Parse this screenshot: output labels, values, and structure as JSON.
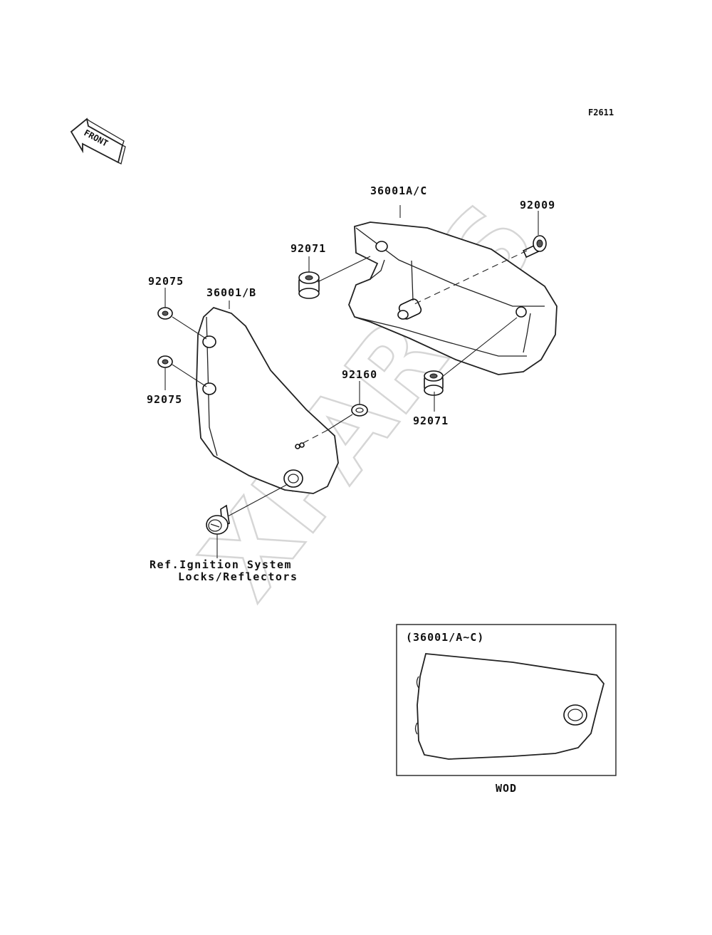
{
  "figure_code": "F2611",
  "front_arrow": {
    "text": "FRONT",
    "icon": "front-direction-arrow-icon"
  },
  "watermark": "XPARTS",
  "labels": {
    "cover_ac": "36001A/C",
    "cover_b": "36001/B",
    "bolt": "92009",
    "grommet_top": "92071",
    "grommet_bottom": "92071",
    "washer_top": "92075",
    "washer_bottom": "92075",
    "grommet_mid": "92160"
  },
  "reference": {
    "line1": "Ref.Ignition System",
    "line2": "Locks/Reflectors"
  },
  "inset": {
    "title": "(36001/A~C)",
    "caption": "WOD"
  }
}
